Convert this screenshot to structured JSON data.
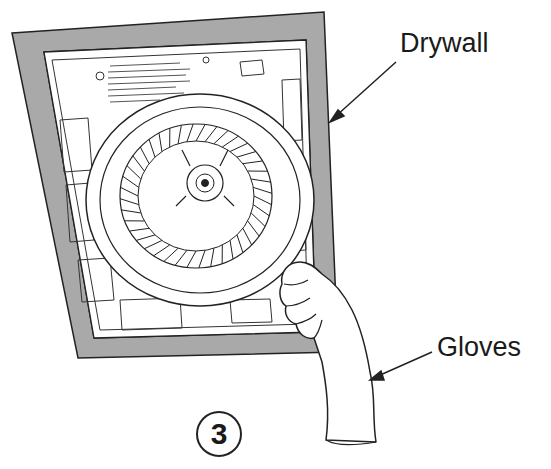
{
  "diagram": {
    "labels": [
      "Drywall",
      "Gloves",
      "3"
    ]
  }
}
